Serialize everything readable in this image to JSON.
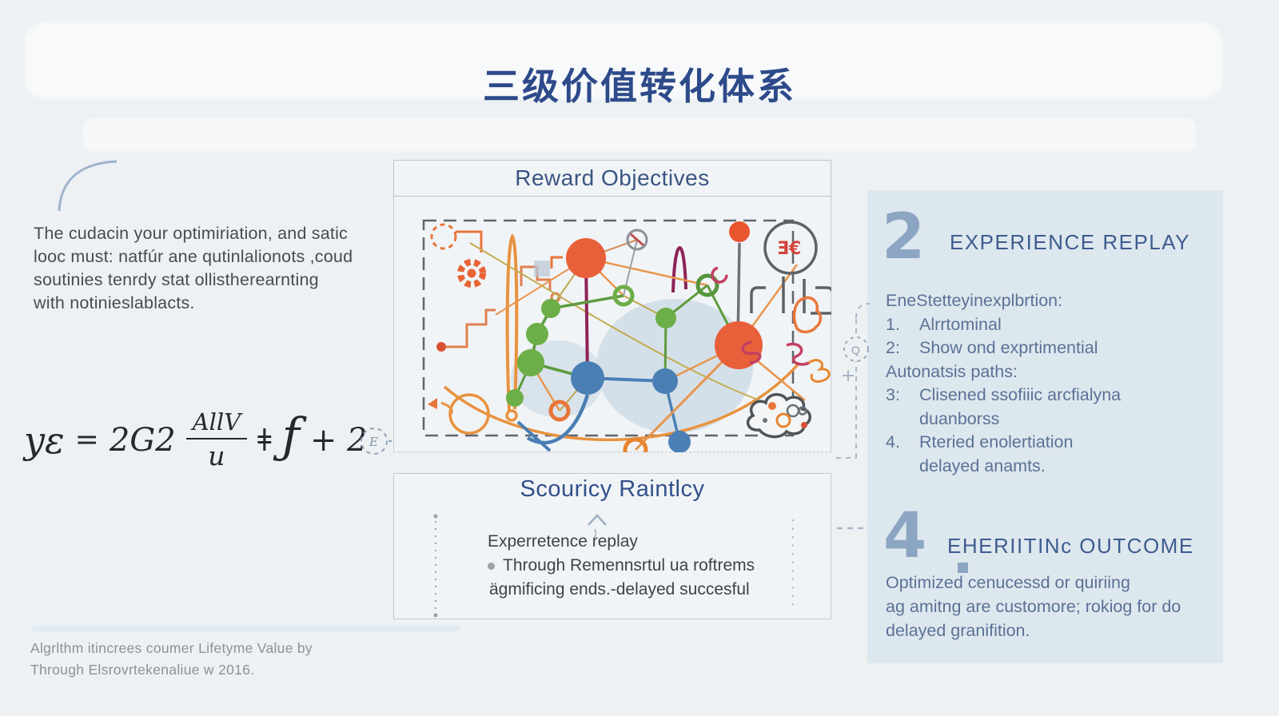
{
  "title": "三级价值转化体系",
  "colors": {
    "background": "#edf1f3",
    "title_navy": "#2d4a8a",
    "panel_bg": "#dde7ee",
    "panel_heading": "#3d5c8f",
    "panel_text": "#5b7296",
    "big_number_blue": "#8ca5c2",
    "node_red": "#e8603a",
    "node_green": "#6cae47",
    "node_blue": "#4a7fb5",
    "accent_orange": "#e8763a",
    "accent_magenta": "#8e2456",
    "accent_crimson": "#c43f63"
  },
  "left": {
    "paragraph_line1": "The cudacin your optimiriation, and satic",
    "paragraph_line2": "looc must: natfúr ane qutinlalionots ,coud",
    "paragraph_line3": "soutinies tenrdy stat ollistherearnting",
    "paragraph_line4": "with notinieslablacts."
  },
  "formula": {
    "lhs": "yε",
    "eq": "=",
    "coef": "2G2",
    "numerator": "AllV",
    "denominator": "u",
    "operator": "ǂ",
    "func": "ƒ",
    "tail": "+ 2",
    "e_badge": "E"
  },
  "diagram": {
    "header": "Reward Objectives"
  },
  "security": {
    "title": "Scouricy Raintlcy",
    "line1": "Experretence replay",
    "line2": "Through Remennsrtul ua roftrems",
    "line3": "ägmificing ends.-delayed succesful"
  },
  "connector": {
    "q_badge": "Q"
  },
  "panel_experience": {
    "number": "2",
    "heading": "EXPERIENCE REPLAY",
    "intro": "EneStetteyinexplbrtion:",
    "item1_num": "1.",
    "item1": "Alrrtominal",
    "item2_num": "2:",
    "item2": "Show ond exprtimential",
    "mid": "Autonatsis paths:",
    "item3_num": "3:",
    "item3": "Clisened ssofiiic arcfialyna",
    "item3b": "duanborss",
    "item4_num": "4.",
    "item4": "Rteried enolertiation",
    "item4b": "delayed anamts."
  },
  "panel_outcome": {
    "number": "4",
    "heading": "EHERIITINc OUTCOME",
    "line1": "Optimized cenucessd or quiriing",
    "line2": "ag amitng are customore; rokiog for do",
    "line3": "delayed granifition."
  },
  "caption": {
    "line1": "Algrlthm itincrees coumer Lifetyme Value by",
    "line2": "Through Elsrovrtekenaliue w 2016."
  }
}
